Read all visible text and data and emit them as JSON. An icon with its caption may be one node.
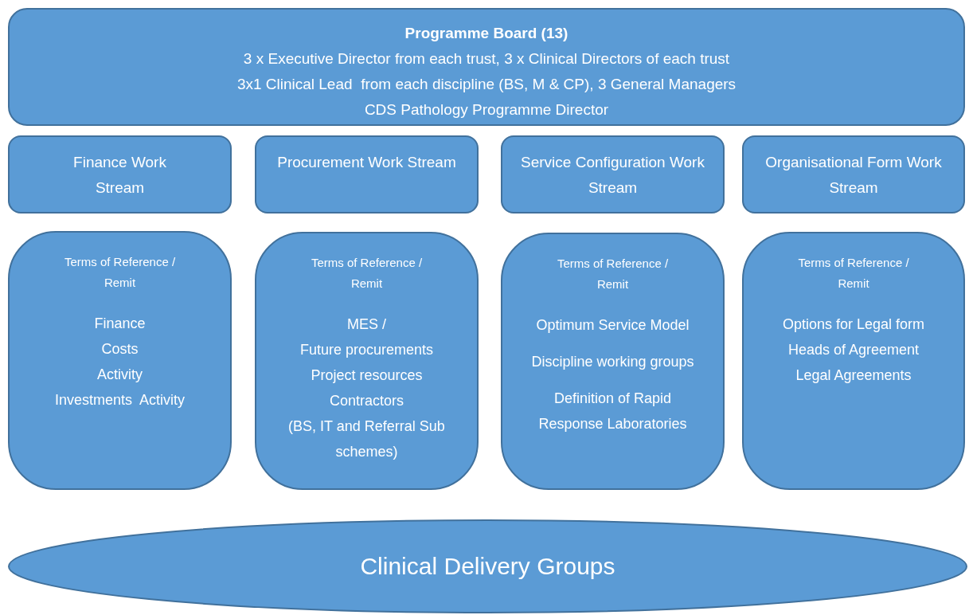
{
  "diagram": {
    "nodes": [
      {
        "text": [
          "Programme Board (13)",
          "3 x Executive Director from each trust, 3 x Clinical Directors of each trust",
          "3x1 Clinical Lead  from each discipline (BS, M & CP), 3 General Managers",
          "CDS Pathology Programme Director"
        ]
      },
      {
        "text": [
          "Finance Work Stream"
        ]
      },
      {
        "text": [
          "Procurement Work Stream"
        ]
      },
      {
        "text": [
          "Service Configuration Work Stream"
        ]
      },
      {
        "text": [
          "Organisational Form Work Stream"
        ]
      },
      {
        "text": [
          "Terms of Reference / Remit",
          "Finance",
          "Costs",
          "Activity",
          "Investments  Activity"
        ]
      },
      {
        "text": [
          "Terms of Reference / Remit",
          "MES /",
          "Future procurements",
          "Project resources",
          "Contractors",
          "(BS, IT and Referral Sub schemes)"
        ]
      },
      {
        "text": [
          "Terms of Reference / Remit",
          "Optimum Service Model",
          "Discipline working groups",
          "Definition of Rapid Response Laboratories"
        ]
      },
      {
        "text": [
          "Terms of Reference / Remit",
          "Options for Legal form",
          "Heads of Agreement",
          "Legal Agreements"
        ]
      },
      {
        "text": [
          "Clinical Delivery Groups"
        ]
      }
    ],
    "edges": []
  }
}
